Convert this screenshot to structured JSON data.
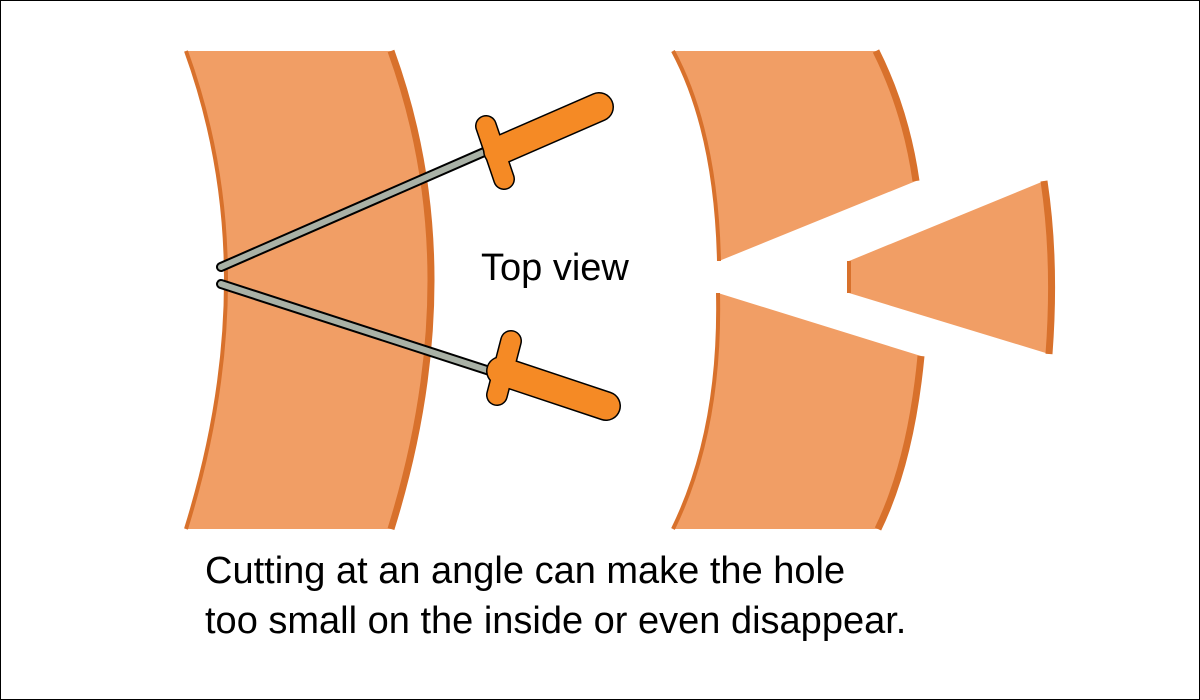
{
  "labels": {
    "top_view": "Top view",
    "caption_line1": "Cutting at an angle can make the hole",
    "caption_line2": "too small on the inside or even disappear."
  },
  "colors": {
    "wall_fill": "#f19e65",
    "wall_edge": "#d8712c",
    "handle": "#f58a25",
    "rod": "#a9b1a6",
    "outline": "#000000"
  }
}
